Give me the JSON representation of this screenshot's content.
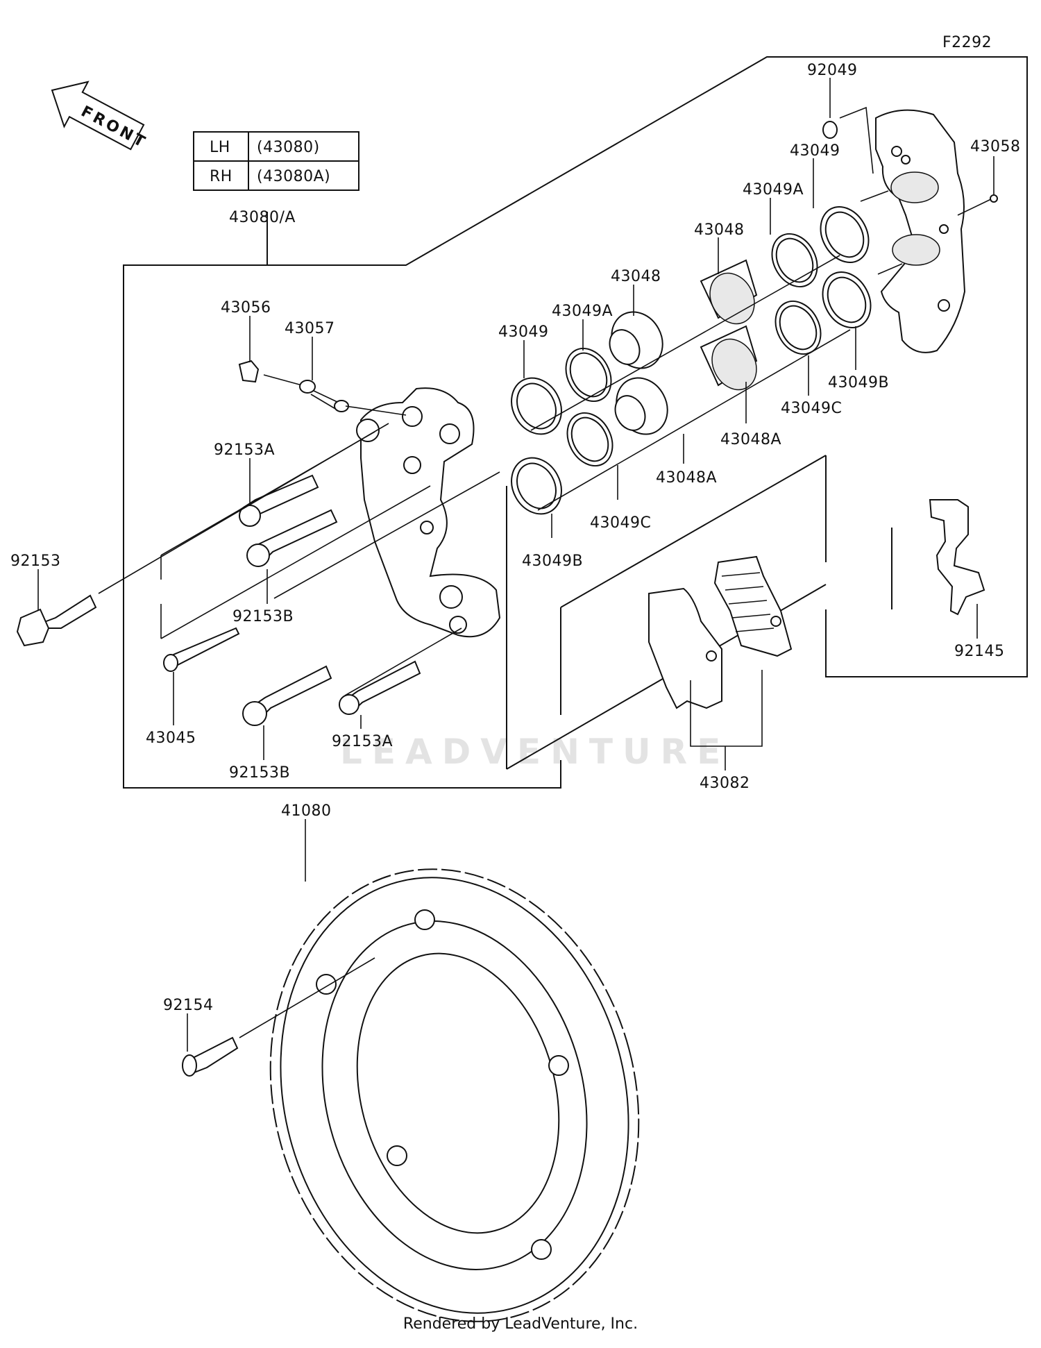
{
  "diagram_code": "F2292",
  "front_label": "FRONT",
  "watermark": "LEADVENTURE",
  "side_table": [
    {
      "side": "LH",
      "part": "(43080)"
    },
    {
      "side": "RH",
      "part": "(43080A)"
    }
  ],
  "labels": {
    "caliper_assy": "43080/A",
    "p92049": "92049",
    "p43058": "43058",
    "p43049_top": "43049",
    "p43049A_top": "43049A",
    "p43048_top": "43048",
    "p43048_mid": "43048",
    "p43049A_mid": "43049A",
    "p43049_mid": "43049",
    "p43056": "43056",
    "p43057": "43057",
    "p92153A_top": "92153A",
    "p92153": "92153",
    "p92153B_mid": "92153B",
    "p43045": "43045",
    "p92153B_bot": "92153B",
    "p92153A_bot": "92153A",
    "p43049B_left": "43049B",
    "p43049C_left": "43049C",
    "p43048A_left": "43048A",
    "p43048A_right": "43048A",
    "p43049C_right": "43049C",
    "p43049B_right": "43049B",
    "p92145": "92145",
    "p43082": "43082",
    "p41080": "41080",
    "p92154": "92154"
  },
  "footer": "Rendered by LeadVenture, Inc."
}
